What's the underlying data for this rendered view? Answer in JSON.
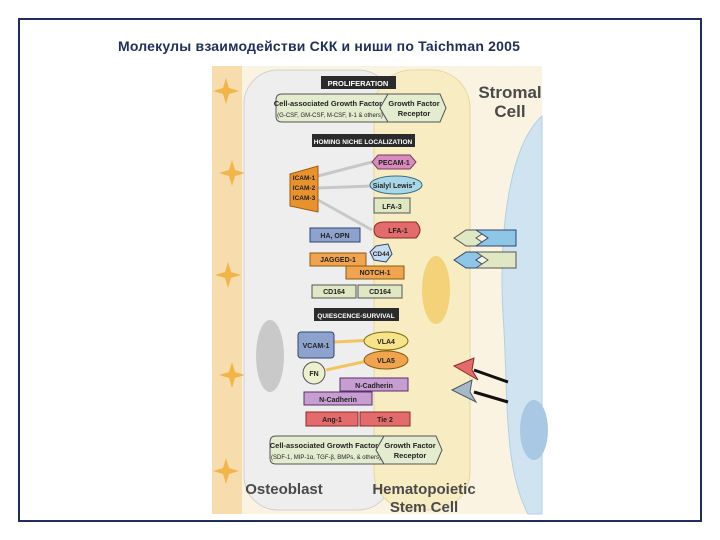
{
  "title": "Молекулы взаимодействи СКК и ниши по Taichman 2005",
  "cells": {
    "stromal": [
      "Stromal",
      "Cell"
    ],
    "osteoblast": "Osteoblast",
    "hsc": [
      "Hematopoietic",
      "Stem Cell"
    ]
  },
  "sections": {
    "proliferation": "PROLIFERATION",
    "homing": "HOMING NICHE LOCALIZATION",
    "quiescence": "QUIESCENCE-SURVIVAL"
  },
  "top_factors": {
    "title": "Cell-associated Growth Factors",
    "sub": "(G-CSF, GM-CSF, M-CSF, Il-1 & others)",
    "receptor": [
      "Growth Factor",
      "Receptor"
    ]
  },
  "bottom_factors": {
    "title": "Cell-associated Growth Factors",
    "sub": "(SDF-1, MIP-1α, TGF-β, BMPs, & others)",
    "receptor": [
      "Growth Factor",
      "Receptor"
    ]
  },
  "molecules": {
    "icam": [
      "ICAM-1",
      "ICAM-2",
      "ICAM-3"
    ],
    "pecam": "PECAM-1",
    "sialyl": "Sialyl Lewis",
    "sialyl_sup": "x",
    "lfa3": "LFA-3",
    "lfa1": "LFA-1",
    "ha_opn": "HA, OPN",
    "cd44": "CD44",
    "jagged": "JAGGED-1",
    "notch": "NOTCH-1",
    "cd164_left": "CD164",
    "cd164_right": "CD164",
    "vcam": "VCAM-1",
    "vla4": "VLA4",
    "vla5": "VLA5",
    "fn": "FN",
    "ncad_right": "N-Cadherin",
    "ncad_left": "N-Cadherin",
    "ang1": "Ang-1",
    "tie2": "Tie 2"
  }
}
